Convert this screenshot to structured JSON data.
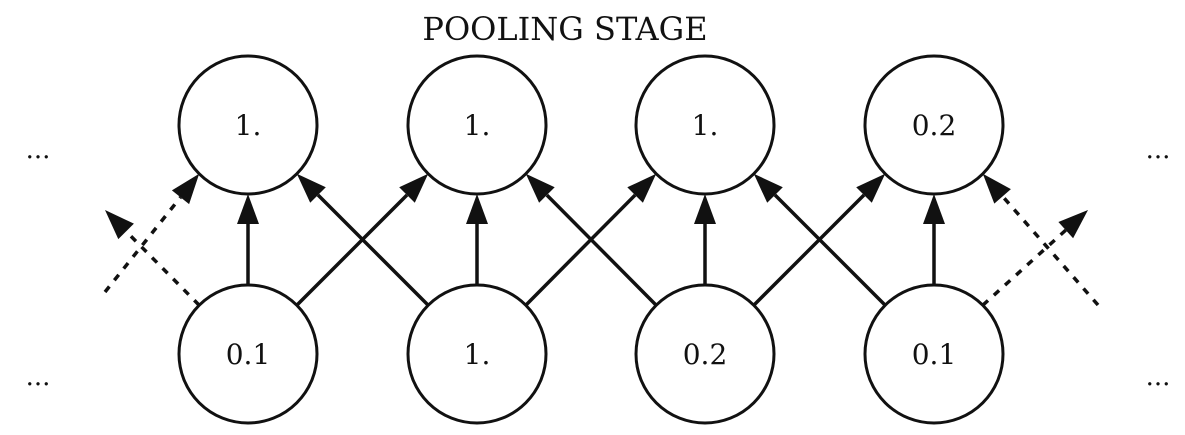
{
  "title": "POOLING STAGE",
  "ellipsis": "...",
  "top_row": [
    "1.",
    "1.",
    "1.",
    "0.2"
  ],
  "bottom_row": [
    "0.1",
    "1.",
    "0.2",
    "0.1"
  ],
  "colors": {
    "stroke": "#111111",
    "background": "#ffffff"
  }
}
